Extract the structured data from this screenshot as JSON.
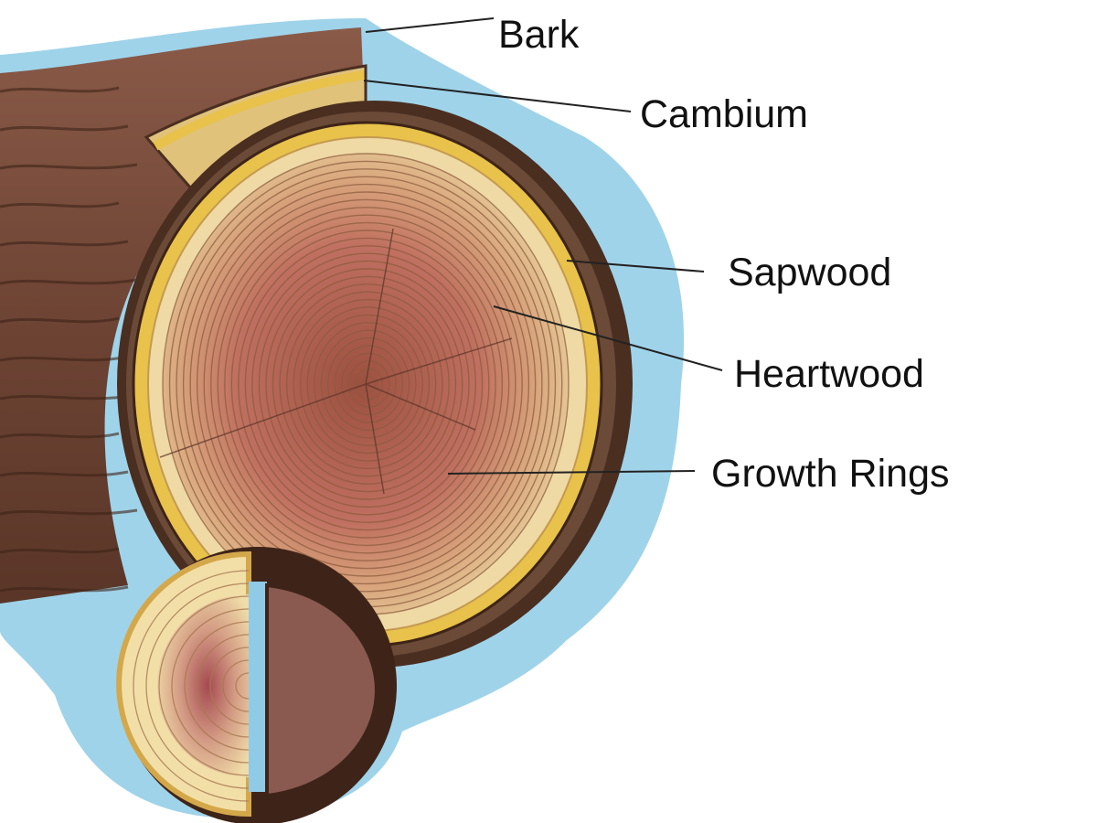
{
  "title": "Tree trunk cross-section",
  "labels": {
    "bark": "Bark",
    "cambium": "Cambium",
    "sapwood": "Sapwood",
    "heartwood": "Heartwood",
    "growth_rings": "Growth Rings"
  },
  "colors": {
    "background_wash": "#8fcbe6",
    "bark": "#5a3a2a",
    "cambium": "#e8c24a",
    "sapwood": "#e9cf98",
    "heartwood": "#b4635a",
    "log_side": "#7a4e3c"
  }
}
